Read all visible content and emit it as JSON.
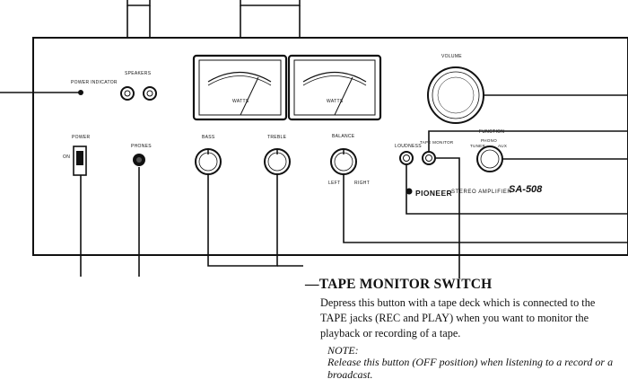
{
  "panel": {
    "brand": "PIONEER",
    "subbrand": "STEREO AMPLIFIER",
    "model": "SA-508",
    "meter_label": "WATTS"
  },
  "labels": {
    "power_indicator": "POWER INDICATOR",
    "speakers": "SPEAKERS",
    "power": "POWER",
    "on": "ON",
    "phones": "PHONES",
    "bass": "BASS",
    "treble": "TREBLE",
    "balance": "BALANCE",
    "left": "LEFT",
    "right": "RIGHT",
    "loudness": "LOUDNESS",
    "tape_monitor": "TAPE MONITOR",
    "volume": "VOLUME",
    "function": "FUNCTION",
    "phono": "PHONO",
    "tuner": "TUNER",
    "aux": "AUX"
  },
  "callout": {
    "title": "—TAPE MONITOR SWITCH",
    "description": "Depress this button with a tape deck which is connected to the TAPE jacks (REC and PLAY) when you want to monitor the playback or recording of a tape.",
    "note_label": "NOTE:",
    "note_text": "Release this button (OFF position) when listening to a record or a broadcast."
  }
}
